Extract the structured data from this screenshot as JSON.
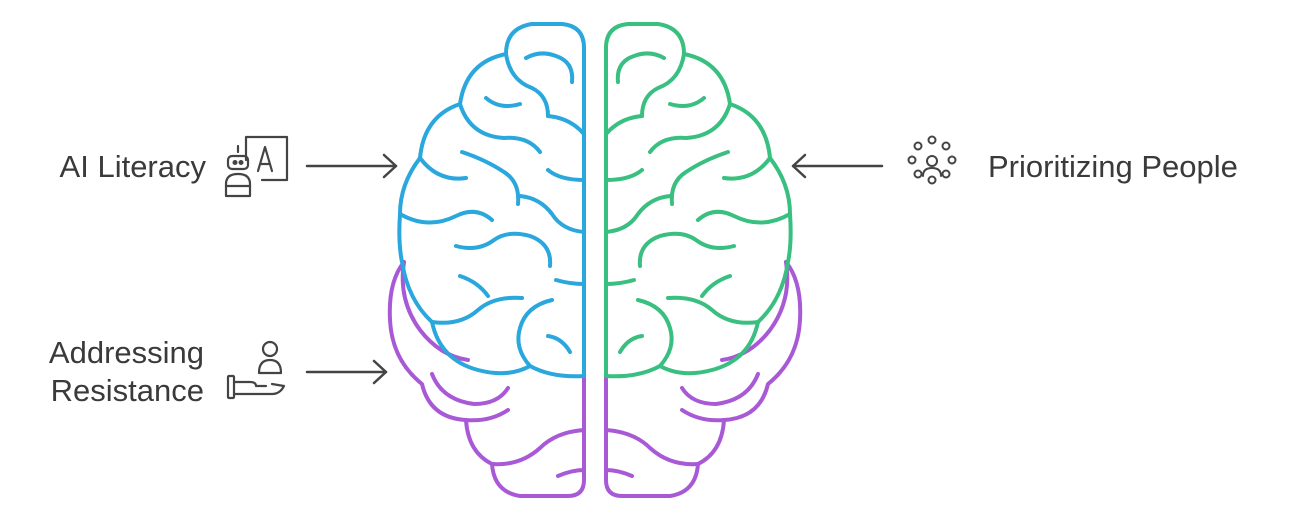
{
  "labels": {
    "ai_literacy": "AI Literacy",
    "addressing_resistance_line1": "Addressing",
    "addressing_resistance_line2": "Resistance",
    "prioritizing_people": "Prioritizing People"
  },
  "icons": {
    "ai_literacy": "robot-teacher-icon",
    "addressing_resistance": "person-on-hand-icon",
    "prioritizing_people": "people-circle-icon"
  },
  "colors": {
    "left_hemisphere": "#2aa7dc",
    "right_hemisphere": "#39bf7f",
    "lower_brain": "#a859d6",
    "text": "#3a3a3a",
    "icon_and_arrow": "#444444"
  }
}
